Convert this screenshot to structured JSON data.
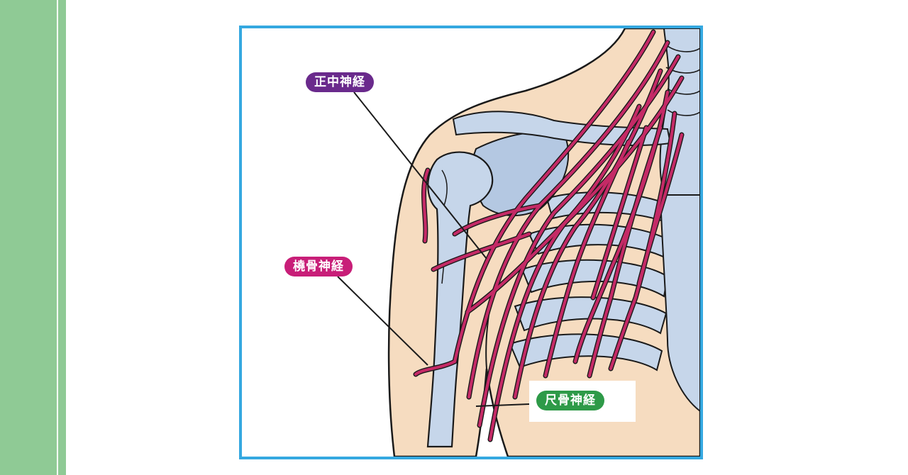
{
  "labels": {
    "median_nerve": "正中神経",
    "radial_nerve": "橈骨神経",
    "ulnar_nerve": "尺骨神経"
  },
  "colors": {
    "side_band": "#8fca95",
    "frame_border": "#35a8e0",
    "skin": "#f6dcc0",
    "bone": "#c6d6ea",
    "nerve": "#c42a66",
    "median_label": "#6a2a8c",
    "radial_label": "#c81e78",
    "ulnar_label": "#2e9a48"
  }
}
